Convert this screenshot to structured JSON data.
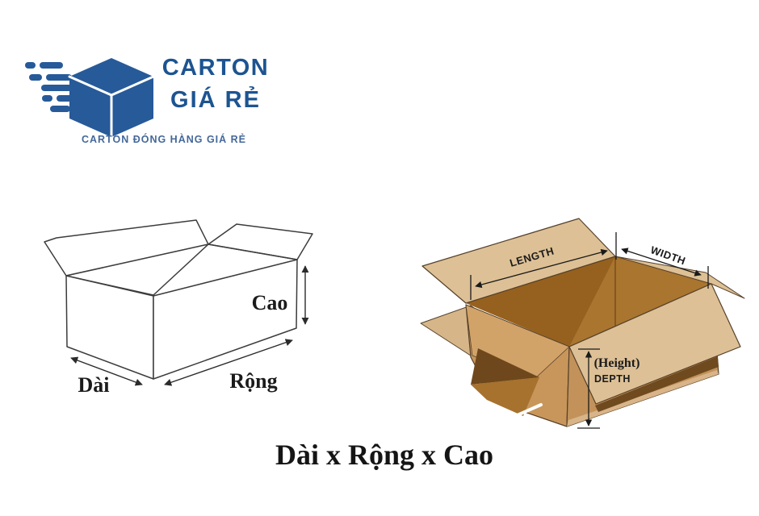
{
  "page": {
    "background_color": "#ffffff"
  },
  "logo": {
    "icon": "speeding-carton-box-icon",
    "brand_line1": "CARTON",
    "brand_line2": "GIÁ RẺ",
    "tagline": "CARTON ĐÓNG HÀNG GIÁ RẺ",
    "brand_color": "#1d5491",
    "tagline_color": "#44689a",
    "cube_color": "#275a99"
  },
  "left_diagram": {
    "type": "line-art open carton box with Vietnamese dimension labels",
    "labels": {
      "height": "Cao",
      "length": "Dài",
      "width": "Rộng"
    },
    "line_color": "#3c3c3c"
  },
  "right_diagram": {
    "type": "cardboard open carton box with English dimension labels",
    "labels": {
      "length": "LENGTH",
      "width": "WIDTH",
      "height": "(Height)",
      "depth": "DEPTH"
    },
    "colors": {
      "flap_light": "#ddc095",
      "wall_medium": "#c8965a",
      "interior_dark": "#96611e",
      "interior_mid": "#a9752f",
      "outline": "#55402a"
    }
  },
  "caption": {
    "text": "Dài x Rộng x Cao"
  }
}
